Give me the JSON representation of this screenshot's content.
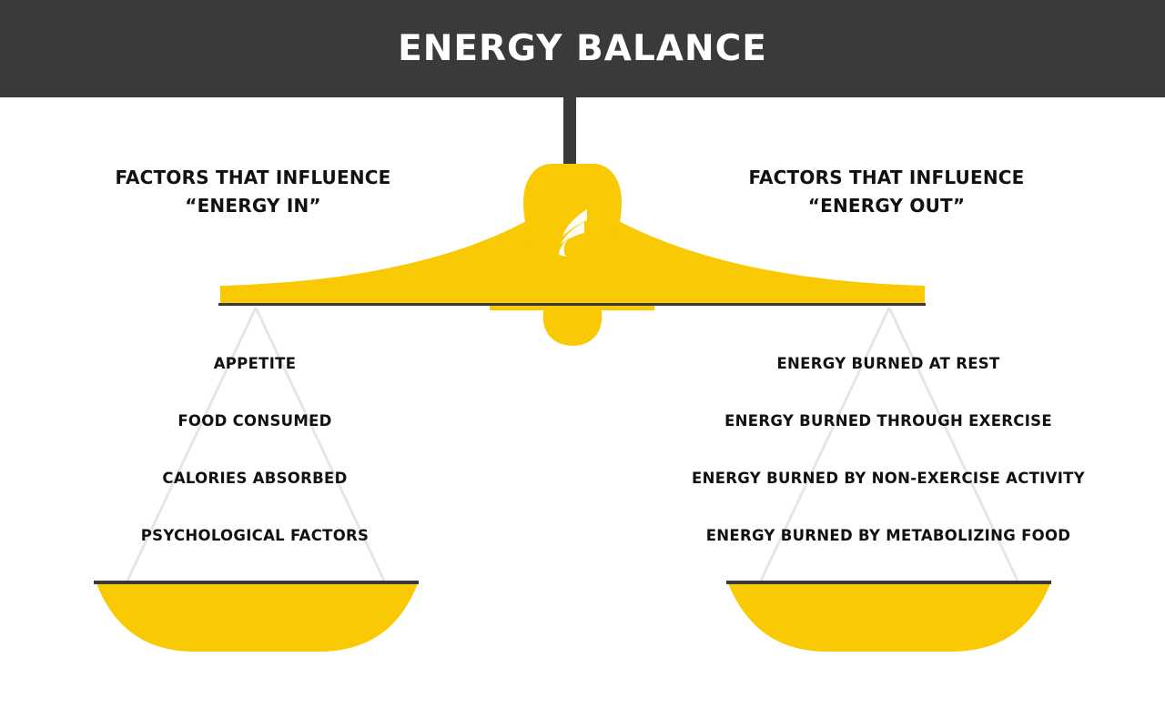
{
  "header": {
    "title": "ENERGY BALANCE"
  },
  "colors": {
    "header_bg": "#3a3a38",
    "accent": "#f9c903",
    "beam_line": "#3a3a38",
    "string": "#e2e2e2",
    "text": "#111111"
  },
  "left": {
    "heading_line1": "FACTORS THAT INFLUENCE",
    "heading_line2": "“ENERGY IN”",
    "factors": [
      "APPETITE",
      "FOOD CONSUMED",
      "CALORIES ABSORBED",
      "PSYCHOLOGICAL FACTORS"
    ]
  },
  "right": {
    "heading_line1": "FACTORS THAT INFLUENCE",
    "heading_line2": "“ENERGY OUT”",
    "factors": [
      "ENERGY BURNED AT REST",
      "ENERGY BURNED THROUGH EXERCISE",
      "ENERGY BURNED BY NON-EXERCISE ACTIVITY",
      "ENERGY BURNED BY METABOLIZING FOOD"
    ]
  },
  "icons": {
    "logo": "wing-logo-icon"
  }
}
